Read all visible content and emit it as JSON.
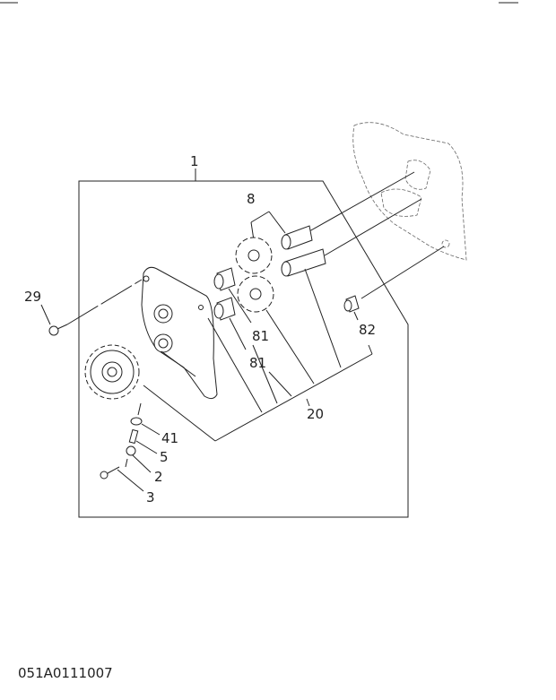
{
  "diagram": {
    "drawing_number": "051A0111007",
    "callouts": {
      "assembly": "1",
      "gear_pins": "8",
      "bolt": "29",
      "pin_upper": "81",
      "pin_lower": "81",
      "bushing": "82",
      "gear_set": "20",
      "o_ring": "41",
      "spring": "5",
      "plunger": "2",
      "plug": "3"
    }
  }
}
